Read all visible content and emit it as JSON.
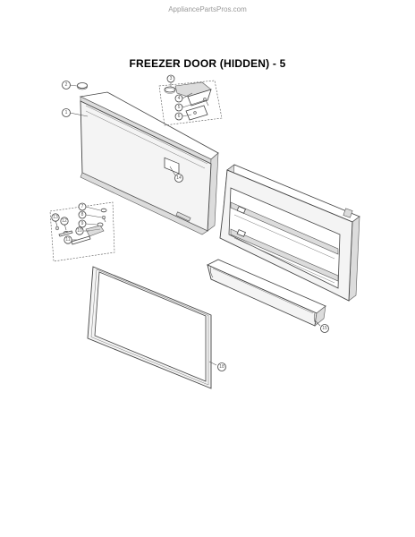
{
  "watermark": "AppliancePartsPros.com",
  "title": "FREEZER DOOR (HIDDEN) - 5",
  "callouts": {
    "c1": "1",
    "c2": "2",
    "c3": "3",
    "c4": "4",
    "c5": "5",
    "c6": "6",
    "c7": "7",
    "c8": "8",
    "c9": "9",
    "c10": "10",
    "c11": "11",
    "c12": "12",
    "c13": "13",
    "c14": "14",
    "c15": "15",
    "c18": "18"
  }
}
